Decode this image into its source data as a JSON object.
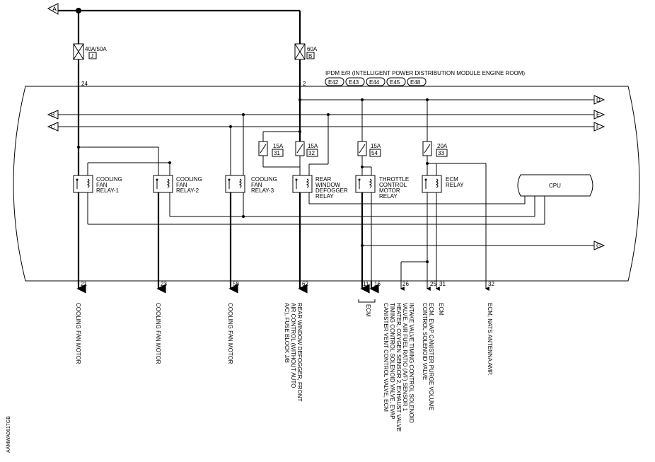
{
  "connectors_left": {
    "A": "A",
    "B": "B",
    "C": "C"
  },
  "connectors_right": {
    "D": "D",
    "E": "E",
    "F": "F",
    "G": "G"
  },
  "fuses": {
    "J": {
      "rating": "40A/50A",
      "code": "J"
    },
    "B": {
      "rating": "60A",
      "code": "B"
    },
    "f31": {
      "rating": "15A",
      "num": "31"
    },
    "f32": {
      "rating": "15A",
      "num": "32"
    },
    "f54": {
      "rating": "15A",
      "num": "54"
    },
    "f33": {
      "rating": "20A",
      "num": "33"
    }
  },
  "module": {
    "title": "IPDM E/R (INTELLIGENT POWER DISTRIBUTION MODULE ENGINE ROOM)",
    "connectors": [
      "E42",
      "E43",
      "E44",
      "E45",
      "E48"
    ],
    "cpu": "CPU"
  },
  "relays": {
    "r1": [
      "COOLING",
      "FAN",
      "RELAY-1"
    ],
    "r2": [
      "COOLING",
      "FAN",
      "RELAY-2"
    ],
    "r3": [
      "COOLING",
      "FAN",
      "RELAY-3"
    ],
    "r4": [
      "REAR",
      "WINDOW",
      "DEFOGGER",
      "RELAY"
    ],
    "r5": [
      "THROTTLE",
      "CONTROL",
      "MOTOR",
      "RELAY"
    ],
    "r6": [
      "ECM",
      "RELAY"
    ]
  },
  "pins": {
    "top24": "24",
    "top2": "2",
    "p21": "21",
    "p23": "23",
    "p58": "58",
    "p62": "62",
    "p11": "11",
    "p16": "16",
    "p26": "26",
    "p25": "25",
    "p31": "31",
    "p32": "32"
  },
  "outputs": {
    "o21": [
      "COOLING FAN MOTOR"
    ],
    "o23": [
      "COOLING FAN MOTOR"
    ],
    "o58": [
      "COOLING FAN MOTOR"
    ],
    "o62": [
      "REAR WINDOW DEFOGGER, FRONT",
      "AIR CONTROL (WITHOUT AUTO",
      "A/C), FUSE BLOCK J/B"
    ],
    "o1116": [
      "ECM"
    ],
    "o26": [
      "INTAKE VALVE TIMING CONTROL SOLENOID",
      "VALVE, AIR FUEL RATIO (A/F) SENSOR 1",
      "HEATER, OXYGEN SENSOR 2, EXHAUST VALVE",
      "TIMING CONTROL SOLENOID VALVE, EVAP",
      "CANISTER VENT CONTROL VALVE, ECM"
    ],
    "o25": [
      "ECM, EVAP CANISTER PURGE VOLUME",
      "CONTROL SOLENOID VALVE"
    ],
    "o31": [
      "ECM"
    ],
    "o32": [
      "ECM, NATS ANTENNA AMP."
    ]
  },
  "figure_id": "AAMWA0617GB"
}
